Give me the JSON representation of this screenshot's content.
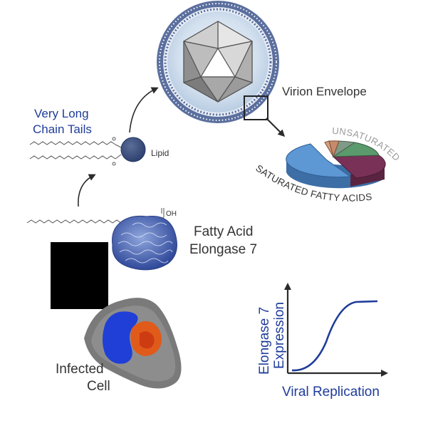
{
  "labels": {
    "virion_envelope": "Virion Envelope",
    "very_long_line1": "Very Long",
    "very_long_line2": "Chain Tails",
    "lipid": "Lipid",
    "unsaturated": "UNSATURATED",
    "saturated": "SATURATED FATTY ACIDS",
    "cooh": "OH",
    "fa_line1": "Fatty Acid",
    "fa_line2": "Elongase 7",
    "infected_line1": "Infected",
    "infected_line2": "Cell",
    "y_axis_line1": "Elongase 7",
    "y_axis_line2": "Expression",
    "x_axis": "Viral Replication"
  },
  "colors": {
    "blue_text": "#1f3c9a",
    "dark_text": "#333333",
    "lipid_ball": "#3b4f7a",
    "membrane": "#5b6f9e",
    "envelope_fill": "#c8d8ea",
    "saturated_slice": "#5d97d4",
    "curve": "#1f3c9a"
  },
  "icons": [
    "virion-icon",
    "lipid-icon",
    "elongase-protein-icon",
    "infected-cell-icon",
    "pie-chart-icon"
  ]
}
